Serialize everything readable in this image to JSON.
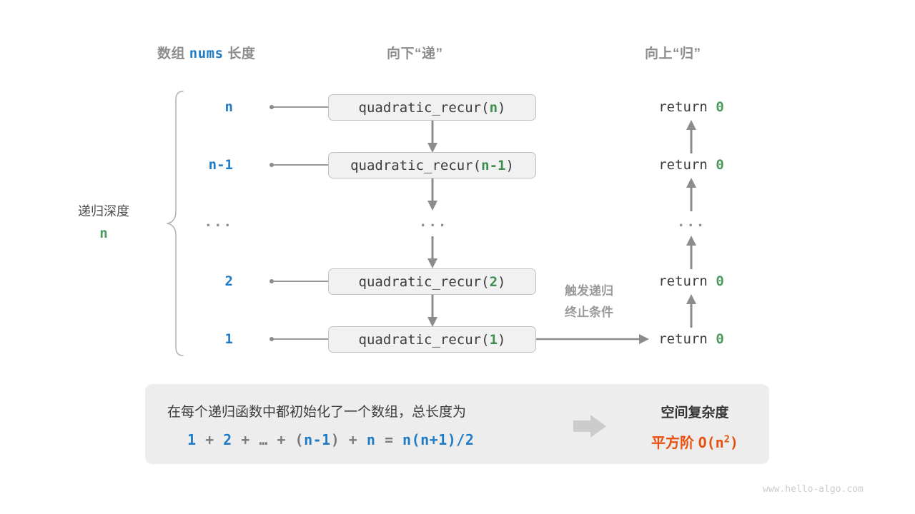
{
  "headers": {
    "left_prefix": "数组",
    "left_code": "nums",
    "left_suffix": "长度",
    "middle": "向下“递”",
    "right": "向上“归”"
  },
  "depth": {
    "label": "递归深度",
    "value": "n"
  },
  "rows": [
    {
      "length": "n",
      "fn_prefix": "quadratic_recur(",
      "fn_arg": "n",
      "fn_suffix": ")",
      "ret_prefix": "return ",
      "ret_value": "0"
    },
    {
      "length": "n-1",
      "fn_prefix": "quadratic_recur(",
      "fn_arg": "n-1",
      "fn_suffix": ")",
      "ret_prefix": "return ",
      "ret_value": "0"
    },
    {
      "length": "...",
      "fn_prefix": "...",
      "fn_arg": "",
      "fn_suffix": "",
      "ret_prefix": "...",
      "ret_value": ""
    },
    {
      "length": "2",
      "fn_prefix": "quadratic_recur(",
      "fn_arg": "2",
      "fn_suffix": ")",
      "ret_prefix": "return ",
      "ret_value": "0"
    },
    {
      "length": "1",
      "fn_prefix": "quadratic_recur(",
      "fn_arg": "1",
      "fn_suffix": ")",
      "ret_prefix": "return ",
      "ret_value": "0"
    }
  ],
  "trigger_note": {
    "line1": "触发递归",
    "line2": "终止条件"
  },
  "summary": {
    "text": "在每个递归函数中都初始化了一个数组，总长度为",
    "formula": {
      "t1": "1",
      "op1": " + ",
      "t2": "2",
      "op2": " + ",
      "t3": "…",
      "op3": " + ",
      "p1": "(",
      "t4": "n-1",
      "p2": ")",
      "op4": " + ",
      "t5": "n",
      "eq": " = ",
      "t6": "n(n+1)/2"
    },
    "arrow": "arrow-right-icon",
    "title": "空间复杂度",
    "value_prefix": "平方阶 ",
    "value_code": "O(n",
    "value_exp": "2",
    "value_suffix": ")"
  },
  "watermark": "www.hello-algo.com",
  "colors": {
    "blue": "#1e7bc8",
    "green": "#4a9a5e",
    "orange": "#e8500f",
    "gray_text": "#8c8c8c",
    "box_fill": "#f1f1f1",
    "box_border": "#c2c2c2",
    "panel_fill": "#ededed",
    "connector": "#8c8c8c"
  }
}
